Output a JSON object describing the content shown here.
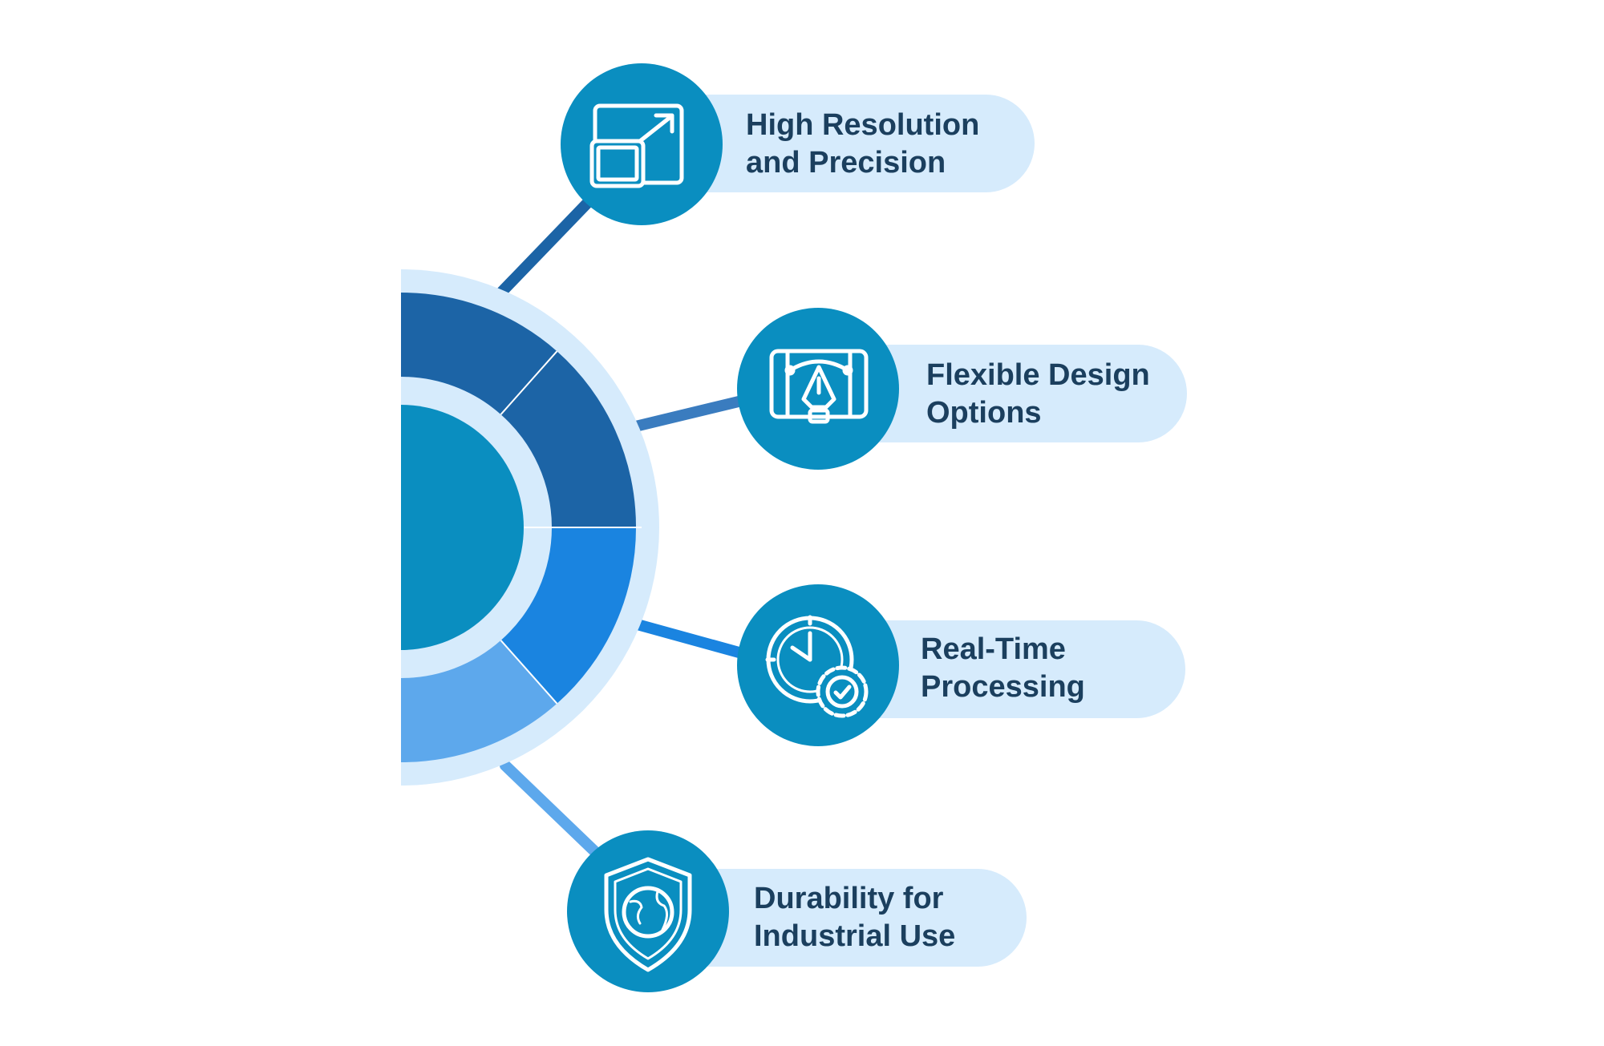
{
  "colors": {
    "ring_outer": "#d6ebfc",
    "segment_top": "#1c64a6",
    "segment_upper": "#1c64a6",
    "segment_lower": "#1a84e0",
    "segment_bottom": "#5da8ec",
    "core": "#0a8ec0",
    "node_fill": "#0a8ec0",
    "pill_fill": "#d6ebfc",
    "text": "#1b3f5e",
    "icon_stroke": "#ffffff"
  },
  "features": [
    {
      "line1": "High Resolution",
      "line2": "and Precision",
      "icon": "resize-screen-icon",
      "connector_color": "#1c64a6"
    },
    {
      "line1": "Flexible Design",
      "line2": "Options",
      "icon": "pen-tool-icon",
      "connector_color": "#3a7cbf"
    },
    {
      "line1": "Real-Time",
      "line2": "Processing",
      "icon": "clock-gear-icon",
      "connector_color": "#1a84e0"
    },
    {
      "line1": "Durability for",
      "line2": "Industrial Use",
      "icon": "shield-globe-icon",
      "connector_color": "#5da8ec"
    }
  ]
}
